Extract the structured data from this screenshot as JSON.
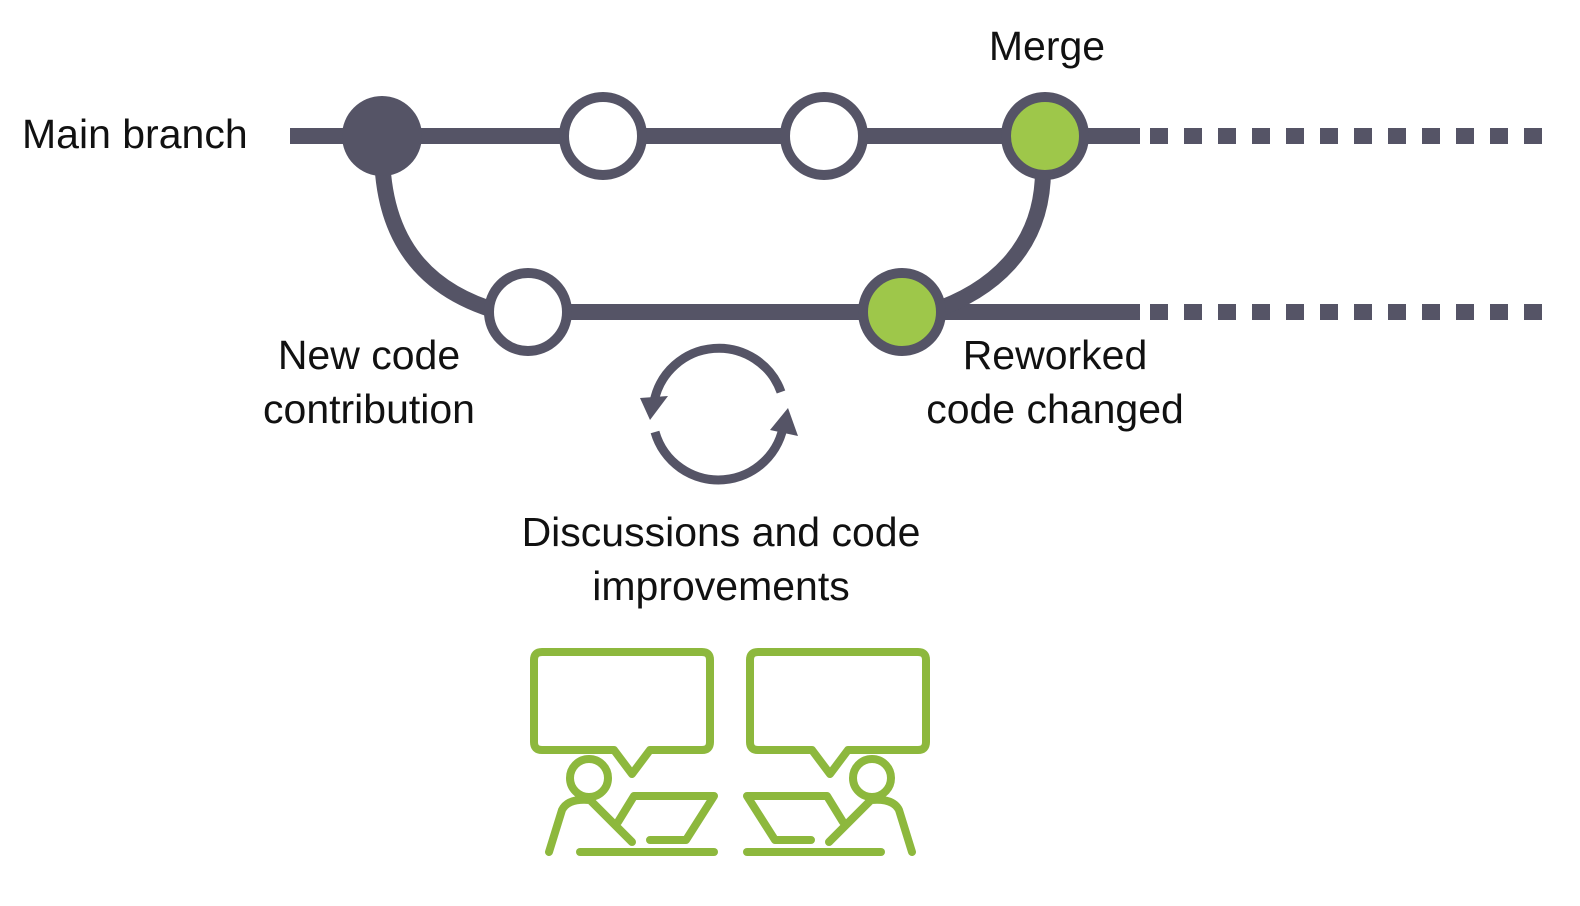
{
  "labels": {
    "main_branch": "Main branch",
    "merge": "Merge",
    "new_code_line1": "New code",
    "new_code_line2": "contribution",
    "reworked_line1": "Reworked",
    "reworked_line2": "code changed",
    "discussions_line1": "Discussions and code",
    "discussions_line2": "improvements"
  },
  "colors": {
    "track": "#555466",
    "start_commit": "#555466",
    "open_commit": "#ffffff",
    "highlight_commit": "#9ec74a",
    "people_icon": "#8db83d"
  },
  "icons": [
    "refresh-cycle-icon",
    "people-discussion-icon"
  ]
}
